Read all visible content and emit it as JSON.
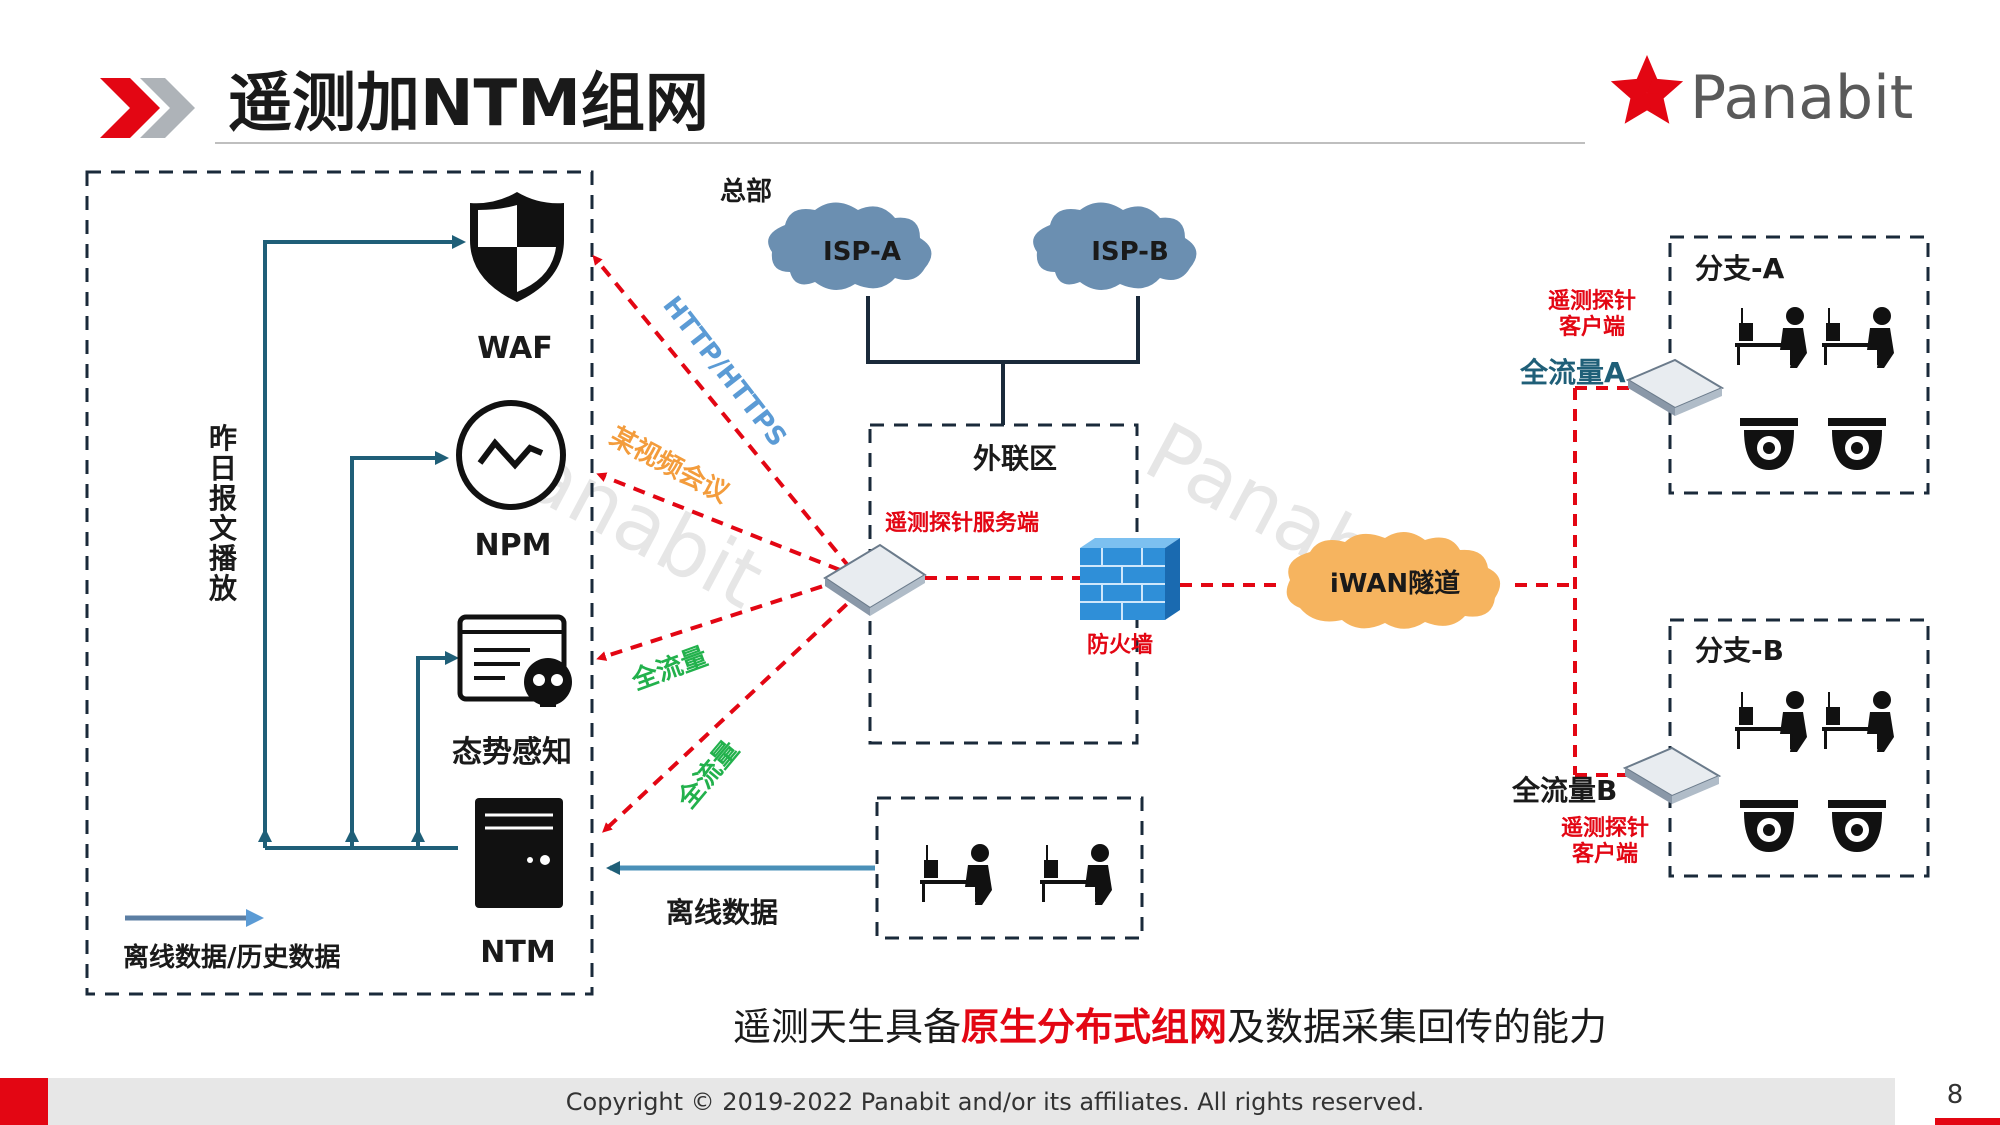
{
  "header": {
    "title": "遥测加NTM组网",
    "logo_text": "Panabit"
  },
  "watermark": "Panabit",
  "left_panel": {
    "vertical_label": [
      "昨",
      "日",
      "报",
      "文",
      "播",
      "放"
    ],
    "devices": [
      {
        "label": "WAF",
        "icon": "shield-icon"
      },
      {
        "label": "NPM",
        "icon": "pulse-icon"
      },
      {
        "label": "态势感知",
        "icon": "skull-window-icon"
      },
      {
        "label": "NTM",
        "icon": "server-tower-icon"
      }
    ],
    "legend_label": "离线数据/历史数据"
  },
  "links": {
    "http": "HTTP/HTTPS",
    "video": "某视频会议",
    "full1": "全流量",
    "full2": "全流量",
    "offline": "离线数据"
  },
  "hq": {
    "label": "总部",
    "isp_a": "ISP-A",
    "isp_b": "ISP-B",
    "dmz": "外联区",
    "probe_server": "遥测探针服务端",
    "firewall": "防火墙",
    "iwan": "iWAN隧道"
  },
  "branch_a": {
    "label": "分支-A",
    "probe": [
      "遥测探针",
      "客户端"
    ],
    "traffic": "全流量A"
  },
  "branch_b": {
    "label": "分支-B",
    "probe": [
      "遥测探针",
      "客户端"
    ],
    "traffic": "全流量B"
  },
  "caption": {
    "prefix": "遥测天生具备",
    "highlight": "原生分布式组网",
    "suffix": "及数据采集回传的能力"
  },
  "footer": {
    "copyright": "Copyright © 2019-2022 Panabit and/or its affiliates. All rights reserved.",
    "page_number": "8"
  },
  "colors": {
    "accent_red": "#e30613",
    "teal": "#1f5f78",
    "cloud_blue": "#6b8fb1",
    "cloud_orange": "#f6b45f",
    "green": "#22b14c",
    "orange": "#f39c3c",
    "blue_text": "#5b9bd5"
  }
}
